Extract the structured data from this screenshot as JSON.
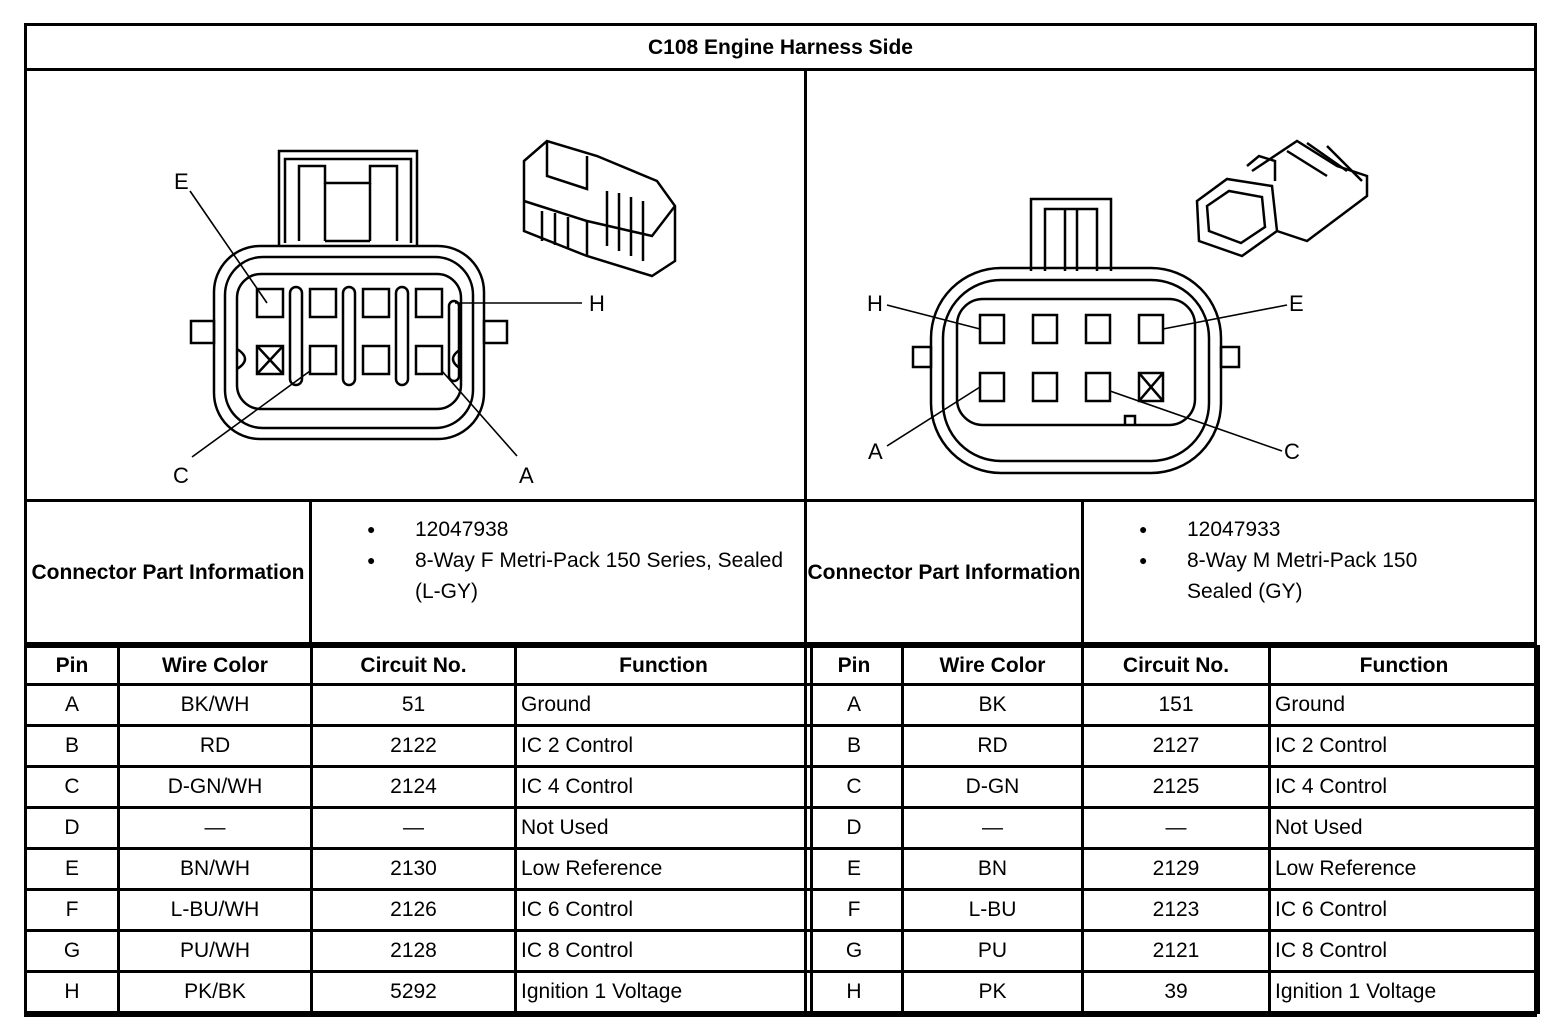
{
  "title": "C108 Engine Harness Side",
  "left": {
    "diagram_labels": [
      "E",
      "H",
      "C",
      "A"
    ],
    "info_caption": "Connector Part Information",
    "info_values": [
      "12047938",
      "8-Way F Metri-Pack 150 Series, Sealed (L-GY)"
    ],
    "headers": [
      "Pin",
      "Wire Color",
      "Circuit No.",
      "Function"
    ],
    "rows": [
      [
        "A",
        "BK/WH",
        "51",
        "Ground"
      ],
      [
        "B",
        "RD",
        "2122",
        "IC 2 Control"
      ],
      [
        "C",
        "D-GN/WH",
        "2124",
        "IC 4 Control"
      ],
      [
        "D",
        "—",
        "—",
        "Not Used"
      ],
      [
        "E",
        "BN/WH",
        "2130",
        "Low Reference"
      ],
      [
        "F",
        "L-BU/WH",
        "2126",
        "IC 6 Control"
      ],
      [
        "G",
        "PU/WH",
        "2128",
        "IC 8 Control"
      ],
      [
        "H",
        "PK/BK",
        "5292",
        "Ignition 1 Voltage"
      ]
    ]
  },
  "right": {
    "diagram_labels": [
      "H",
      "E",
      "A",
      "C"
    ],
    "info_caption": "Connector Part Information",
    "info_values": [
      "12047933",
      "8-Way M Metri-Pack 150 Sealed (GY)"
    ],
    "headers": [
      "Pin",
      "Wire Color",
      "Circuit No.",
      "Function"
    ],
    "rows": [
      [
        "A",
        "BK",
        "151",
        "Ground"
      ],
      [
        "B",
        "RD",
        "2127",
        "IC 2 Control"
      ],
      [
        "C",
        "D-GN",
        "2125",
        "IC 4 Control"
      ],
      [
        "D",
        "—",
        "—",
        "Not Used"
      ],
      [
        "E",
        "BN",
        "2129",
        "Low Reference"
      ],
      [
        "F",
        "L-BU",
        "2123",
        "IC 6 Control"
      ],
      [
        "G",
        "PU",
        "2121",
        "IC 8 Control"
      ],
      [
        "H",
        "PK",
        "39",
        "Ignition 1 Voltage"
      ]
    ]
  }
}
